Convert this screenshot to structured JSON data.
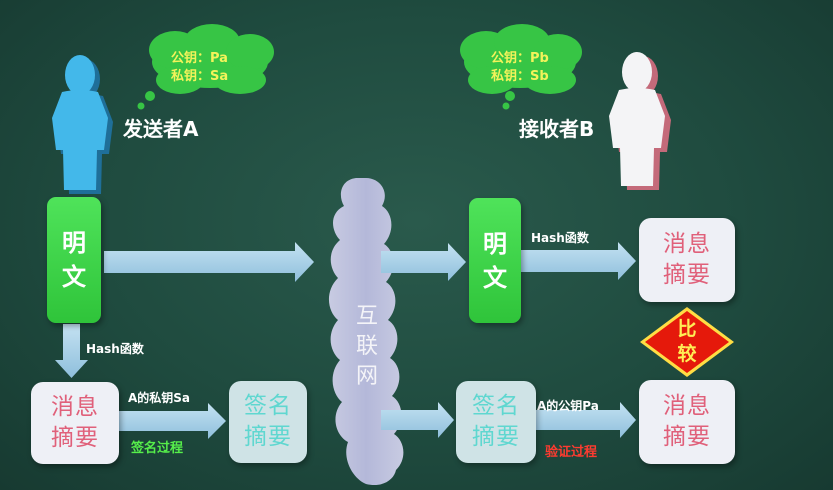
{
  "sender": {
    "label": "发送者A",
    "public_key": "公钥：Pa",
    "private_key": "私钥：Sa"
  },
  "receiver": {
    "label": "接收者B",
    "public_key": "公钥：Pb",
    "private_key": "私钥：Sb"
  },
  "left_flow": {
    "plaintext_line1": "明",
    "plaintext_line2": "文",
    "hash_label": "Hash函数",
    "digest_line1": "消息",
    "digest_line2": "摘要",
    "sign_key_label": "A的私钥Sa",
    "sign_process_label": "签名过程",
    "signature_line1": "签名",
    "signature_line2": "摘要"
  },
  "internet": {
    "line1": "互",
    "line2": "联",
    "line3": "网"
  },
  "right_flow": {
    "plaintext_line1": "明",
    "plaintext_line2": "文",
    "hash_label": "Hash函数",
    "digest_line1": "消息",
    "digest_line2": "摘要",
    "compare_line1": "比",
    "compare_line2": "较",
    "signature_line1": "签名",
    "signature_line2": "摘要",
    "verify_key_label": "A的公钥Pa",
    "verify_process_label": "验证过程",
    "result_digest_line1": "消息",
    "result_digest_line2": "摘要"
  },
  "colors": {
    "board": "#1f4b3f",
    "sender_person": "#3fb4e8",
    "receiver_person": "#f2f2f2",
    "plaintext_box": "#3fd64a",
    "digest_box": "#eef0f6",
    "signature_box": "#cfe3e6",
    "arrow": "#a9d2ea",
    "cloud_bubble": "#37c545",
    "compare_diamond": "#e8190b"
  }
}
